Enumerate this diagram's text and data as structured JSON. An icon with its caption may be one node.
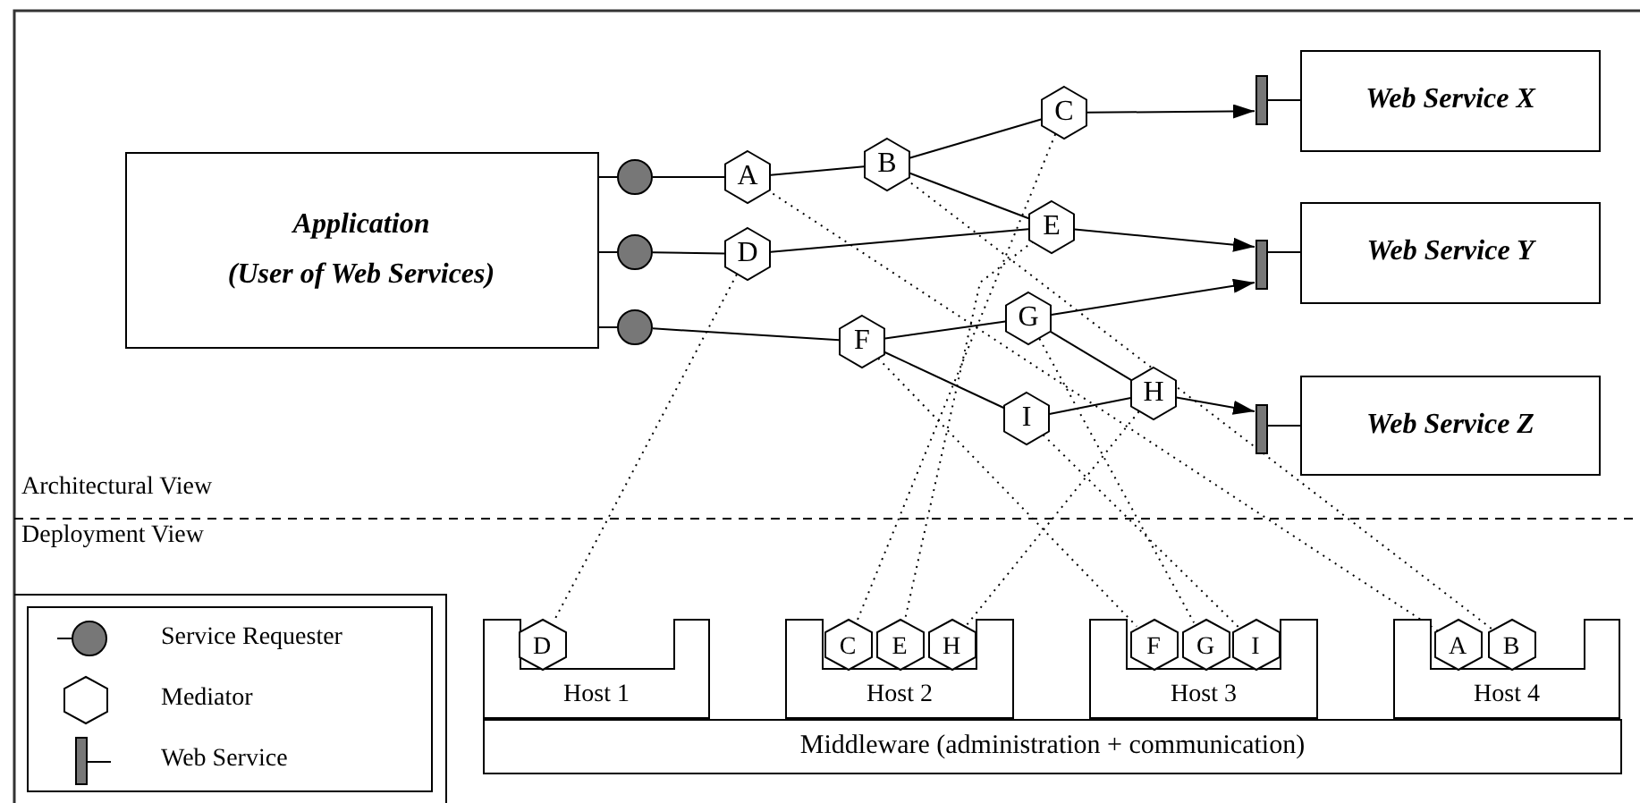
{
  "diagram": {
    "nodes": [
      {
        "text": [
          "Application",
          "(User of Web Services)"
        ]
      },
      {
        "text": [],
        "shape": "circle"
      },
      {
        "text": [],
        "shape": "circle"
      },
      {
        "text": [],
        "shape": "circle"
      },
      {
        "text": [
          "A"
        ]
      },
      {
        "text": [
          "B"
        ]
      },
      {
        "text": [
          "C"
        ]
      },
      {
        "text": [
          "D"
        ]
      },
      {
        "text": [
          "E"
        ]
      },
      {
        "text": [
          "F"
        ]
      },
      {
        "text": [
          "G"
        ]
      },
      {
        "text": [
          "H"
        ]
      },
      {
        "text": [
          "I"
        ]
      },
      {
        "text": [],
        "shape": "bar"
      },
      {
        "text": [],
        "shape": "bar"
      },
      {
        "text": [],
        "shape": "bar"
      },
      {
        "text": [
          "Web Service X"
        ]
      },
      {
        "text": [
          "Web Service Y"
        ]
      },
      {
        "text": [
          "Web Service Z"
        ]
      },
      {
        "text": [
          "Host 1"
        ]
      },
      {
        "text": [
          "D"
        ],
        "in": 19
      },
      {
        "text": [
          "Host 2"
        ]
      },
      {
        "text": [
          "C"
        ],
        "in": 21
      },
      {
        "text": [
          "E"
        ],
        "in": 21
      },
      {
        "text": [
          "H"
        ],
        "in": 21
      },
      {
        "text": [
          "Host 3"
        ]
      },
      {
        "text": [
          "F"
        ],
        "in": 25
      },
      {
        "text": [
          "G"
        ],
        "in": 25
      },
      {
        "text": [
          "I"
        ],
        "in": 25
      },
      {
        "text": [
          "Host 4"
        ]
      },
      {
        "text": [
          "A"
        ],
        "in": 29
      },
      {
        "text": [
          "B"
        ],
        "in": 29
      },
      {
        "text": [
          "Middleware (administration + communication)"
        ]
      }
    ],
    "edges": [
      {
        "from": 0,
        "to": 1,
        "arrow": "none"
      },
      {
        "from": 0,
        "to": 2,
        "arrow": "none"
      },
      {
        "from": 0,
        "to": 3,
        "arrow": "none"
      },
      {
        "from": 1,
        "to": 4,
        "arrow": "none"
      },
      {
        "from": 4,
        "to": 5,
        "arrow": "none"
      },
      {
        "from": 5,
        "to": 6,
        "arrow": "none"
      },
      {
        "from": 6,
        "to": 13,
        "arrow": "to"
      },
      {
        "from": 5,
        "to": 8,
        "arrow": "none"
      },
      {
        "from": 2,
        "to": 7,
        "arrow": "none"
      },
      {
        "from": 7,
        "to": 8,
        "arrow": "none"
      },
      {
        "from": 8,
        "to": 14,
        "arrow": "to"
      },
      {
        "from": 3,
        "to": 9,
        "arrow": "none"
      },
      {
        "from": 9,
        "to": 10,
        "arrow": "none"
      },
      {
        "from": 9,
        "to": 12,
        "arrow": "none"
      },
      {
        "from": 10,
        "to": 14,
        "arrow": "to"
      },
      {
        "from": 10,
        "to": 11,
        "arrow": "none"
      },
      {
        "from": 12,
        "to": 11,
        "arrow": "none"
      },
      {
        "from": 11,
        "to": 15,
        "arrow": "to"
      },
      {
        "from": 13,
        "to": 16,
        "arrow": "none"
      },
      {
        "from": 14,
        "to": 17,
        "arrow": "none"
      },
      {
        "from": 15,
        "to": 18,
        "arrow": "none"
      },
      {
        "from": 7,
        "to": 20,
        "arrow": "none",
        "style": "dashed"
      },
      {
        "from": 6,
        "to": 22,
        "arrow": "none",
        "style": "dashed"
      },
      {
        "from": 8,
        "to": 23,
        "arrow": "none",
        "style": "dashed"
      },
      {
        "from": 11,
        "to": 24,
        "arrow": "none",
        "style": "dashed"
      },
      {
        "from": 9,
        "to": 26,
        "arrow": "none",
        "style": "dashed"
      },
      {
        "from": 10,
        "to": 27,
        "arrow": "none",
        "style": "dashed"
      },
      {
        "from": 12,
        "to": 28,
        "arrow": "none",
        "style": "dashed"
      },
      {
        "from": 4,
        "to": 30,
        "arrow": "none",
        "style": "dashed"
      },
      {
        "from": 5,
        "to": 31,
        "arrow": "none",
        "style": "dashed"
      }
    ],
    "labels": [
      "Architectural View",
      "Deployment View"
    ],
    "legend": [
      {
        "text": "Service Requester"
      },
      {
        "text": "Mediator"
      },
      {
        "text": "Web Service"
      }
    ]
  }
}
